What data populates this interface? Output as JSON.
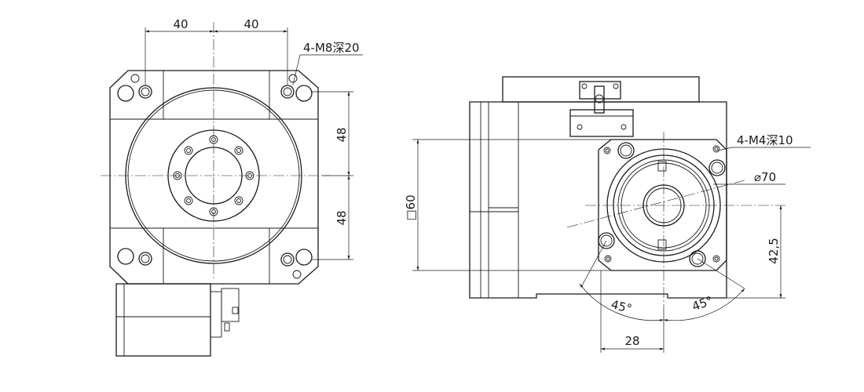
{
  "front_view": {
    "dim_h_left": "40",
    "dim_h_right": "40",
    "dim_v_top": "48",
    "dim_v_bottom": "48",
    "hole_callout": "4-M8深20"
  },
  "side_view": {
    "hole_callout": "4-M4深10",
    "dia_label": "⌀70",
    "square_label": "□60",
    "dim_v_right": "42,5",
    "dim_h_bottom": "28",
    "angle_left": "45°",
    "angle_right": "45°"
  }
}
